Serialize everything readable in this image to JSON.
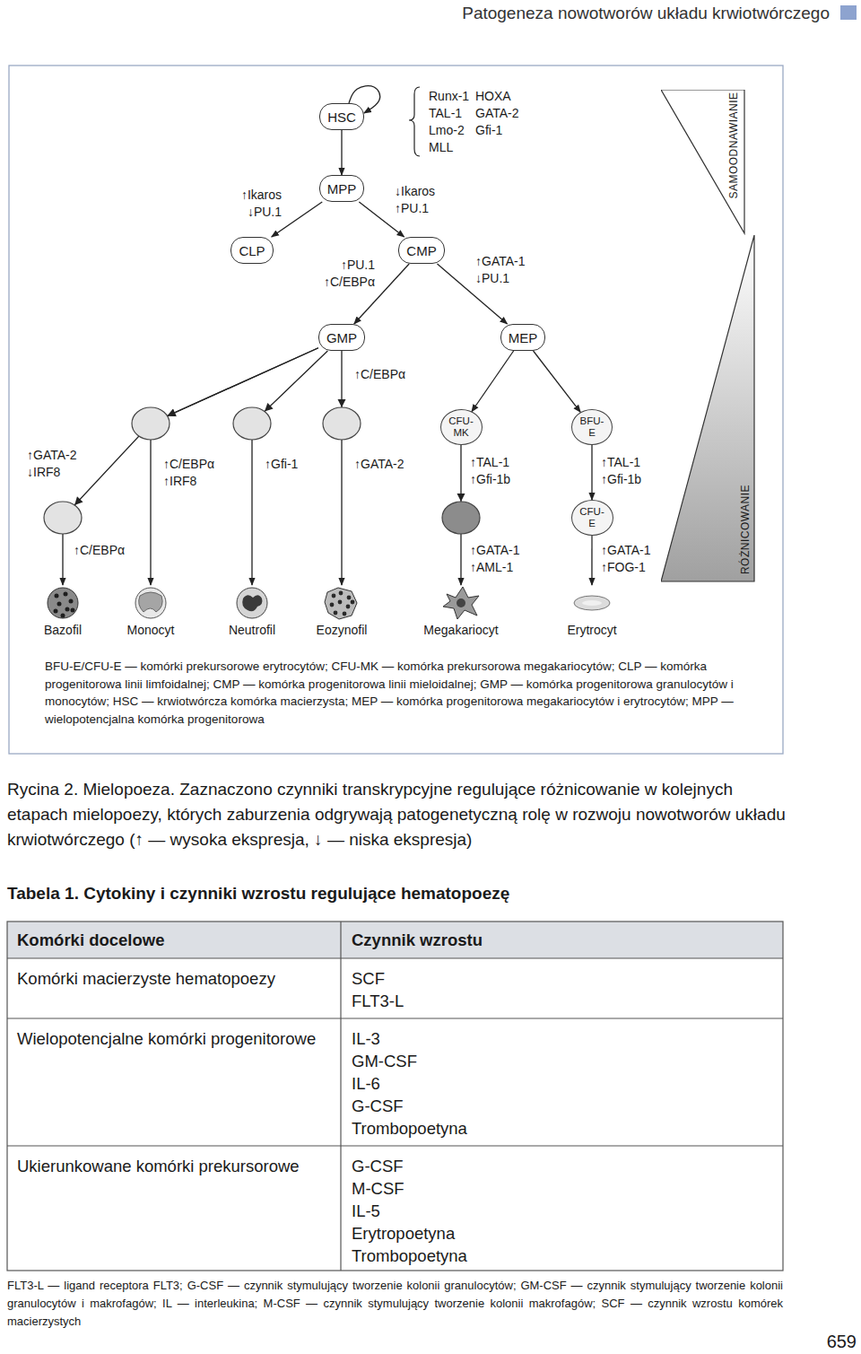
{
  "diagram": {
    "caption": "Rycina 2. Mielopoeza. Zaznaczono czynniki transkrypcyjne regulujące różnicowanie w kolejnych etapach mielopoezy, których zaburzenia odgrywają patogenetyczną rolę w rozwoju nowotworów układu krwiotwórczego (↑ — wysoka ekspresja, ↓ — niska ekspresja)",
    "nodes": [
      {
        "text": [
          "HSC"
        ]
      },
      {
        "text": [
          "MPP"
        ]
      },
      {
        "text": [
          "CLP"
        ]
      },
      {
        "text": [
          "CMP"
        ]
      },
      {
        "text": [
          "GMP"
        ]
      },
      {
        "text": [
          "MEP"
        ]
      },
      {
        "text": [
          "CFU- MK"
        ]
      },
      {
        "text": [
          "BFU- E"
        ]
      },
      {
        "text": [
          "CFU- E"
        ]
      },
      {
        "text": [
          "Bazofil"
        ]
      },
      {
        "text": [
          "Monocyt"
        ]
      },
      {
        "text": [
          "Neutrofil"
        ]
      },
      {
        "text": [
          "Eozynofil"
        ]
      },
      {
        "text": [
          "Megakariocyt"
        ]
      },
      {
        "text": [
          "Erytrocyt"
        ]
      },
      {
        "text": [
          "SAMOODNAWIANIE"
        ]
      },
      {
        "text": [
          "RÓŻNICOWANIE"
        ]
      }
    ],
    "edges": [
      {
        "from": 0,
        "to": 0,
        "arrow": "to"
      },
      {
        "from": 0,
        "to": 1,
        "arrow": "to"
      },
      {
        "from": 1,
        "to": 2,
        "arrow": "to"
      },
      {
        "from": 1,
        "to": 3,
        "arrow": "to"
      },
      {
        "from": 3,
        "to": 4,
        "arrow": "to"
      },
      {
        "from": 3,
        "to": 5,
        "arrow": "to"
      },
      {
        "from": 4,
        "to": 9,
        "arrow": "to"
      },
      {
        "from": 4,
        "to": 10,
        "arrow": "to"
      },
      {
        "from": 4,
        "to": 11,
        "arrow": "to"
      },
      {
        "from": 4,
        "to": 12,
        "arrow": "to"
      },
      {
        "from": 5,
        "to": 6,
        "arrow": "to"
      },
      {
        "from": 5,
        "to": 7,
        "arrow": "to"
      },
      {
        "from": 6,
        "to": 13,
        "arrow": "to"
      },
      {
        "from": 7,
        "to": 8,
        "arrow": "to"
      },
      {
        "from": 8,
        "to": 14,
        "arrow": "to"
      }
    ],
    "labels": [
      "Patogeneza nowotworów układu krwiotwórczego",
      "Runx-1",
      "TAL-1",
      "Lmo-2",
      "MLL",
      "HOXA",
      "GATA-2",
      "Gfi-1",
      "↑Ikaros ↓PU.1",
      "↓Ikaros ↑PU.1",
      "↑PU.1 ↑C/EBPα",
      "↑GATA-1 ↓PU.1",
      "↑C/EBPα",
      "↑GATA-2 ↓IRF8",
      "↑C/EBPα ↑IRF8",
      "↑Gfi-1",
      "↑GATA-2",
      "↑TAL-1 ↑Gfi-1b",
      "↑TAL-1 ↑Gfi-1b",
      "↑C/EBPα",
      "↑GATA-1 ↑AML-1",
      "↑GATA-1 ↑FOG-1",
      "BFU-E/CFU-E — komórki prekursorowe erytrocytów; CFU-MK — komórka prekursorowa megakariocytów; CLP — komórka progenitorowa linii limfoidalnej; CMP — komórka progenitorowa linii mieloidalnej; GMP — komórka progenitorowa granulocytów i monocytów; HSC — krwiotwórcza komórka macierzysta; MEP — komórka progenitorowa megakariocytów i erytrocytów; MPP — wielopotencjalna komórka progenitorowa",
      "Tabela 1. Cytokiny i czynniki wzrostu regulujące hematopoezę",
      "Komórki docelowe",
      "Czynnik wzrostu",
      "Komórki macierzyste hematopoezy",
      "SCF",
      "FLT3-L",
      "Wielopotencjalne komórki progenitorowe",
      "IL-3",
      "GM-CSF",
      "IL-6",
      "G-CSF",
      "Trombopoetyna",
      "Ukierunkowane komórki prekursorowe",
      "G-CSF",
      "M-CSF",
      "IL-5",
      "Erytropoetyna",
      "Trombopoetyna",
      "FLT3-L — ligand receptora FLT3; G-CSF — czynnik stymulujący tworzenie kolonii granulocytów; GM-CSF — czynnik stymulujący tworzenie kolonii granulocytów i makrofagów; IL — interleukina; M-CSF — czynnik stymulujący tworzenie kolonii makrofagów; SCF — czynnik wzrostu komórek macierzystych",
      "659"
    ]
  }
}
